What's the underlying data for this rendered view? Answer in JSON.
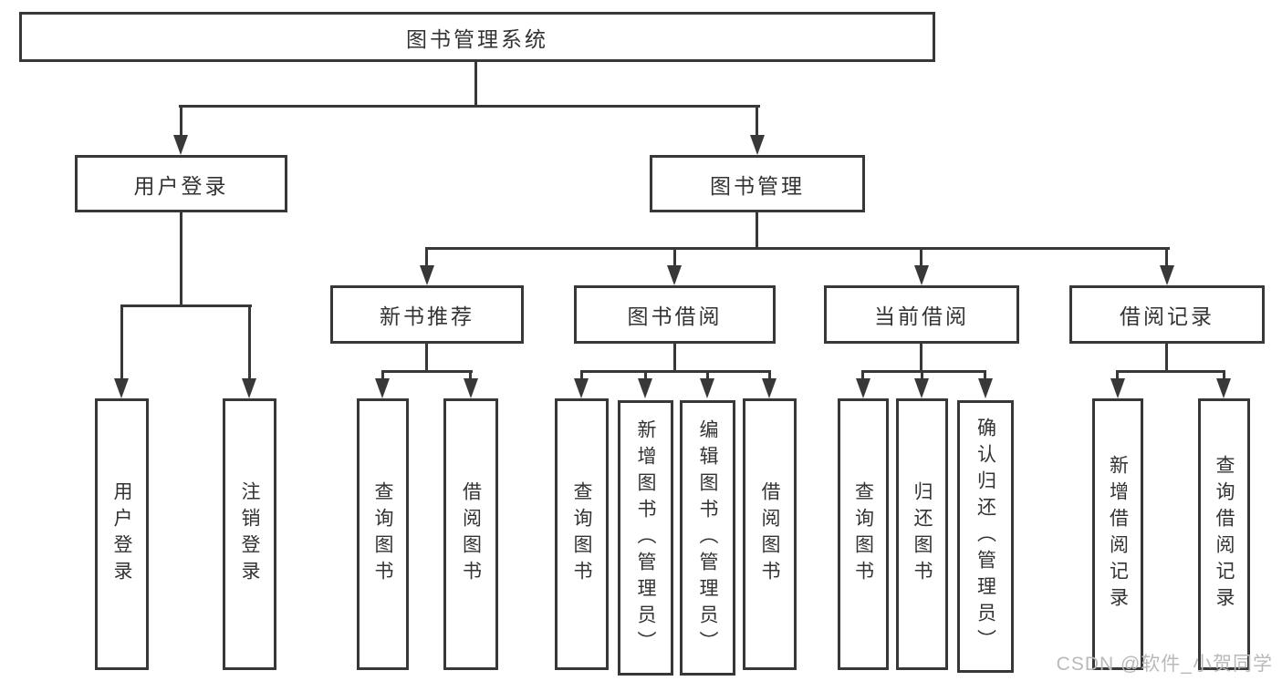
{
  "colors": {
    "line": "#383838",
    "text": "#333333",
    "watermark": "#b9b9b9",
    "background": "#ffffff"
  },
  "tree": {
    "root": "图书管理系统",
    "branches": [
      {
        "label": "用户登录",
        "leaves": [
          "用户登录",
          "注销登录"
        ]
      },
      {
        "label": "图书管理",
        "sections": [
          {
            "label": "新书推荐",
            "leaves": [
              "查询图书",
              "借阅图书"
            ]
          },
          {
            "label": "图书借阅",
            "leaves": [
              "查询图书",
              "新增图书（管理员）",
              "编辑图书（管理员）",
              "借阅图书"
            ]
          },
          {
            "label": "当前借阅",
            "leaves": [
              "查询图书",
              "归还图书",
              "确认归还（管理员）"
            ]
          },
          {
            "label": "借阅记录",
            "leaves": [
              "新增借阅记录",
              "查询借阅记录"
            ]
          }
        ]
      }
    ]
  },
  "watermark": {
    "text": "CSDN @软件_小贺同学"
  }
}
